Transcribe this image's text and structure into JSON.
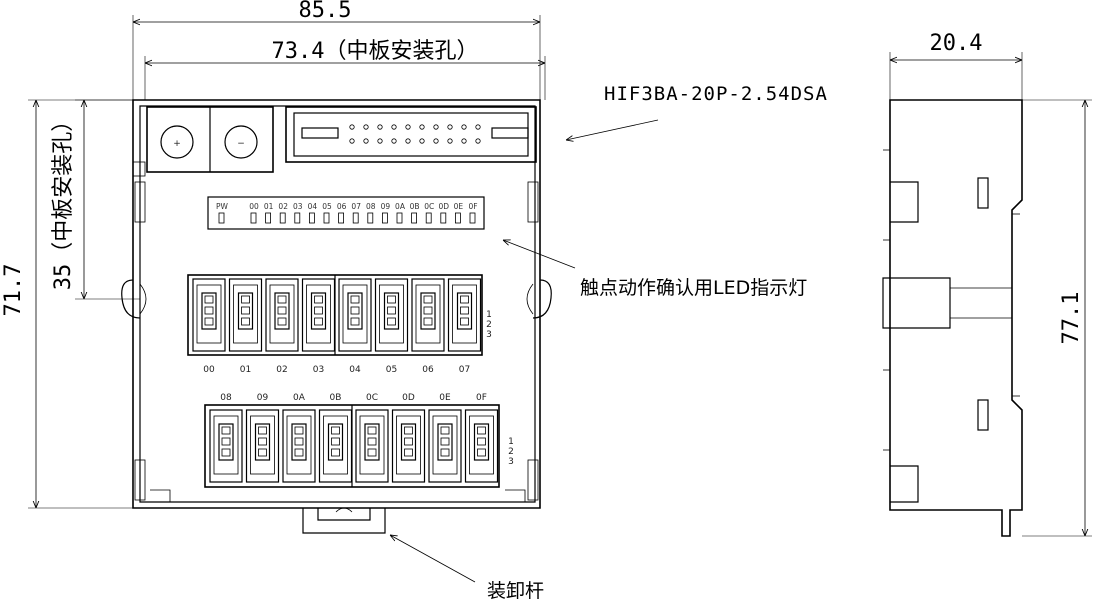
{
  "dimensions": {
    "overall_width": "85.5",
    "mount_hole_width": "73.4（中板安装孔）",
    "overall_height": "71.7",
    "mount_hole_height": "35（中板安装孔）",
    "side_width": "20.4",
    "side_height": "77.1"
  },
  "annotations": {
    "connector": "HIF3BA-20P-2.54DSA",
    "led_indicator": "触点动作确认用LED指示灯",
    "release_lever": "装卸杆"
  },
  "led_panel": {
    "power_label": "PW",
    "channels": [
      "00",
      "01",
      "02",
      "03",
      "04",
      "05",
      "06",
      "07",
      "08",
      "09",
      "0A",
      "0B",
      "0C",
      "0D",
      "0E",
      "0F"
    ]
  },
  "terminal_blocks": {
    "upper_labels": [
      "00",
      "01",
      "02",
      "03",
      "04",
      "05",
      "06",
      "07"
    ],
    "lower_labels": [
      "08",
      "09",
      "0A",
      "0B",
      "0C",
      "0D",
      "0E",
      "0F"
    ],
    "pin_numbers": [
      "1",
      "2",
      "3"
    ]
  },
  "power_terminals": {
    "plus": "+",
    "minus": "−"
  }
}
